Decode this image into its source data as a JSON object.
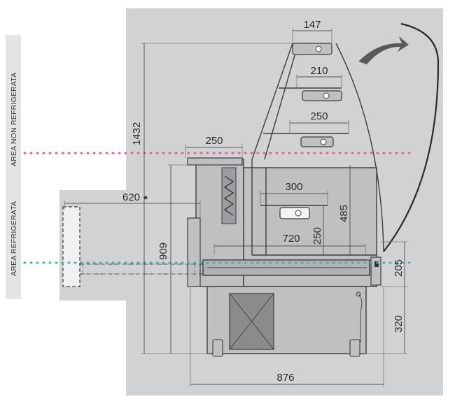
{
  "labels": {
    "area_non_refrigerata": "AREA NON REFRIGERATA",
    "area_refrigerata": "AREA REFRIGERATA"
  },
  "dimensions": {
    "top_shelf_width": "147",
    "shelf2_width": "210",
    "shelf3_width": "250",
    "service_shelf_width": "250",
    "total_height": "1432",
    "reach_depth": "620",
    "reach_marker": "*",
    "lower_shelf_width": "300",
    "height_485": "485",
    "deck_depth": "720",
    "height_250": "250",
    "counter_height": "909",
    "deck_thickness": "205",
    "base_height": "320",
    "total_depth": "876"
  },
  "colors": {
    "background_panel": "#d1d2d4",
    "non_refrigerated_line": "#e0609a",
    "refrigerated_line": "#3fb6a8",
    "label_band": "#e3e4e6"
  }
}
